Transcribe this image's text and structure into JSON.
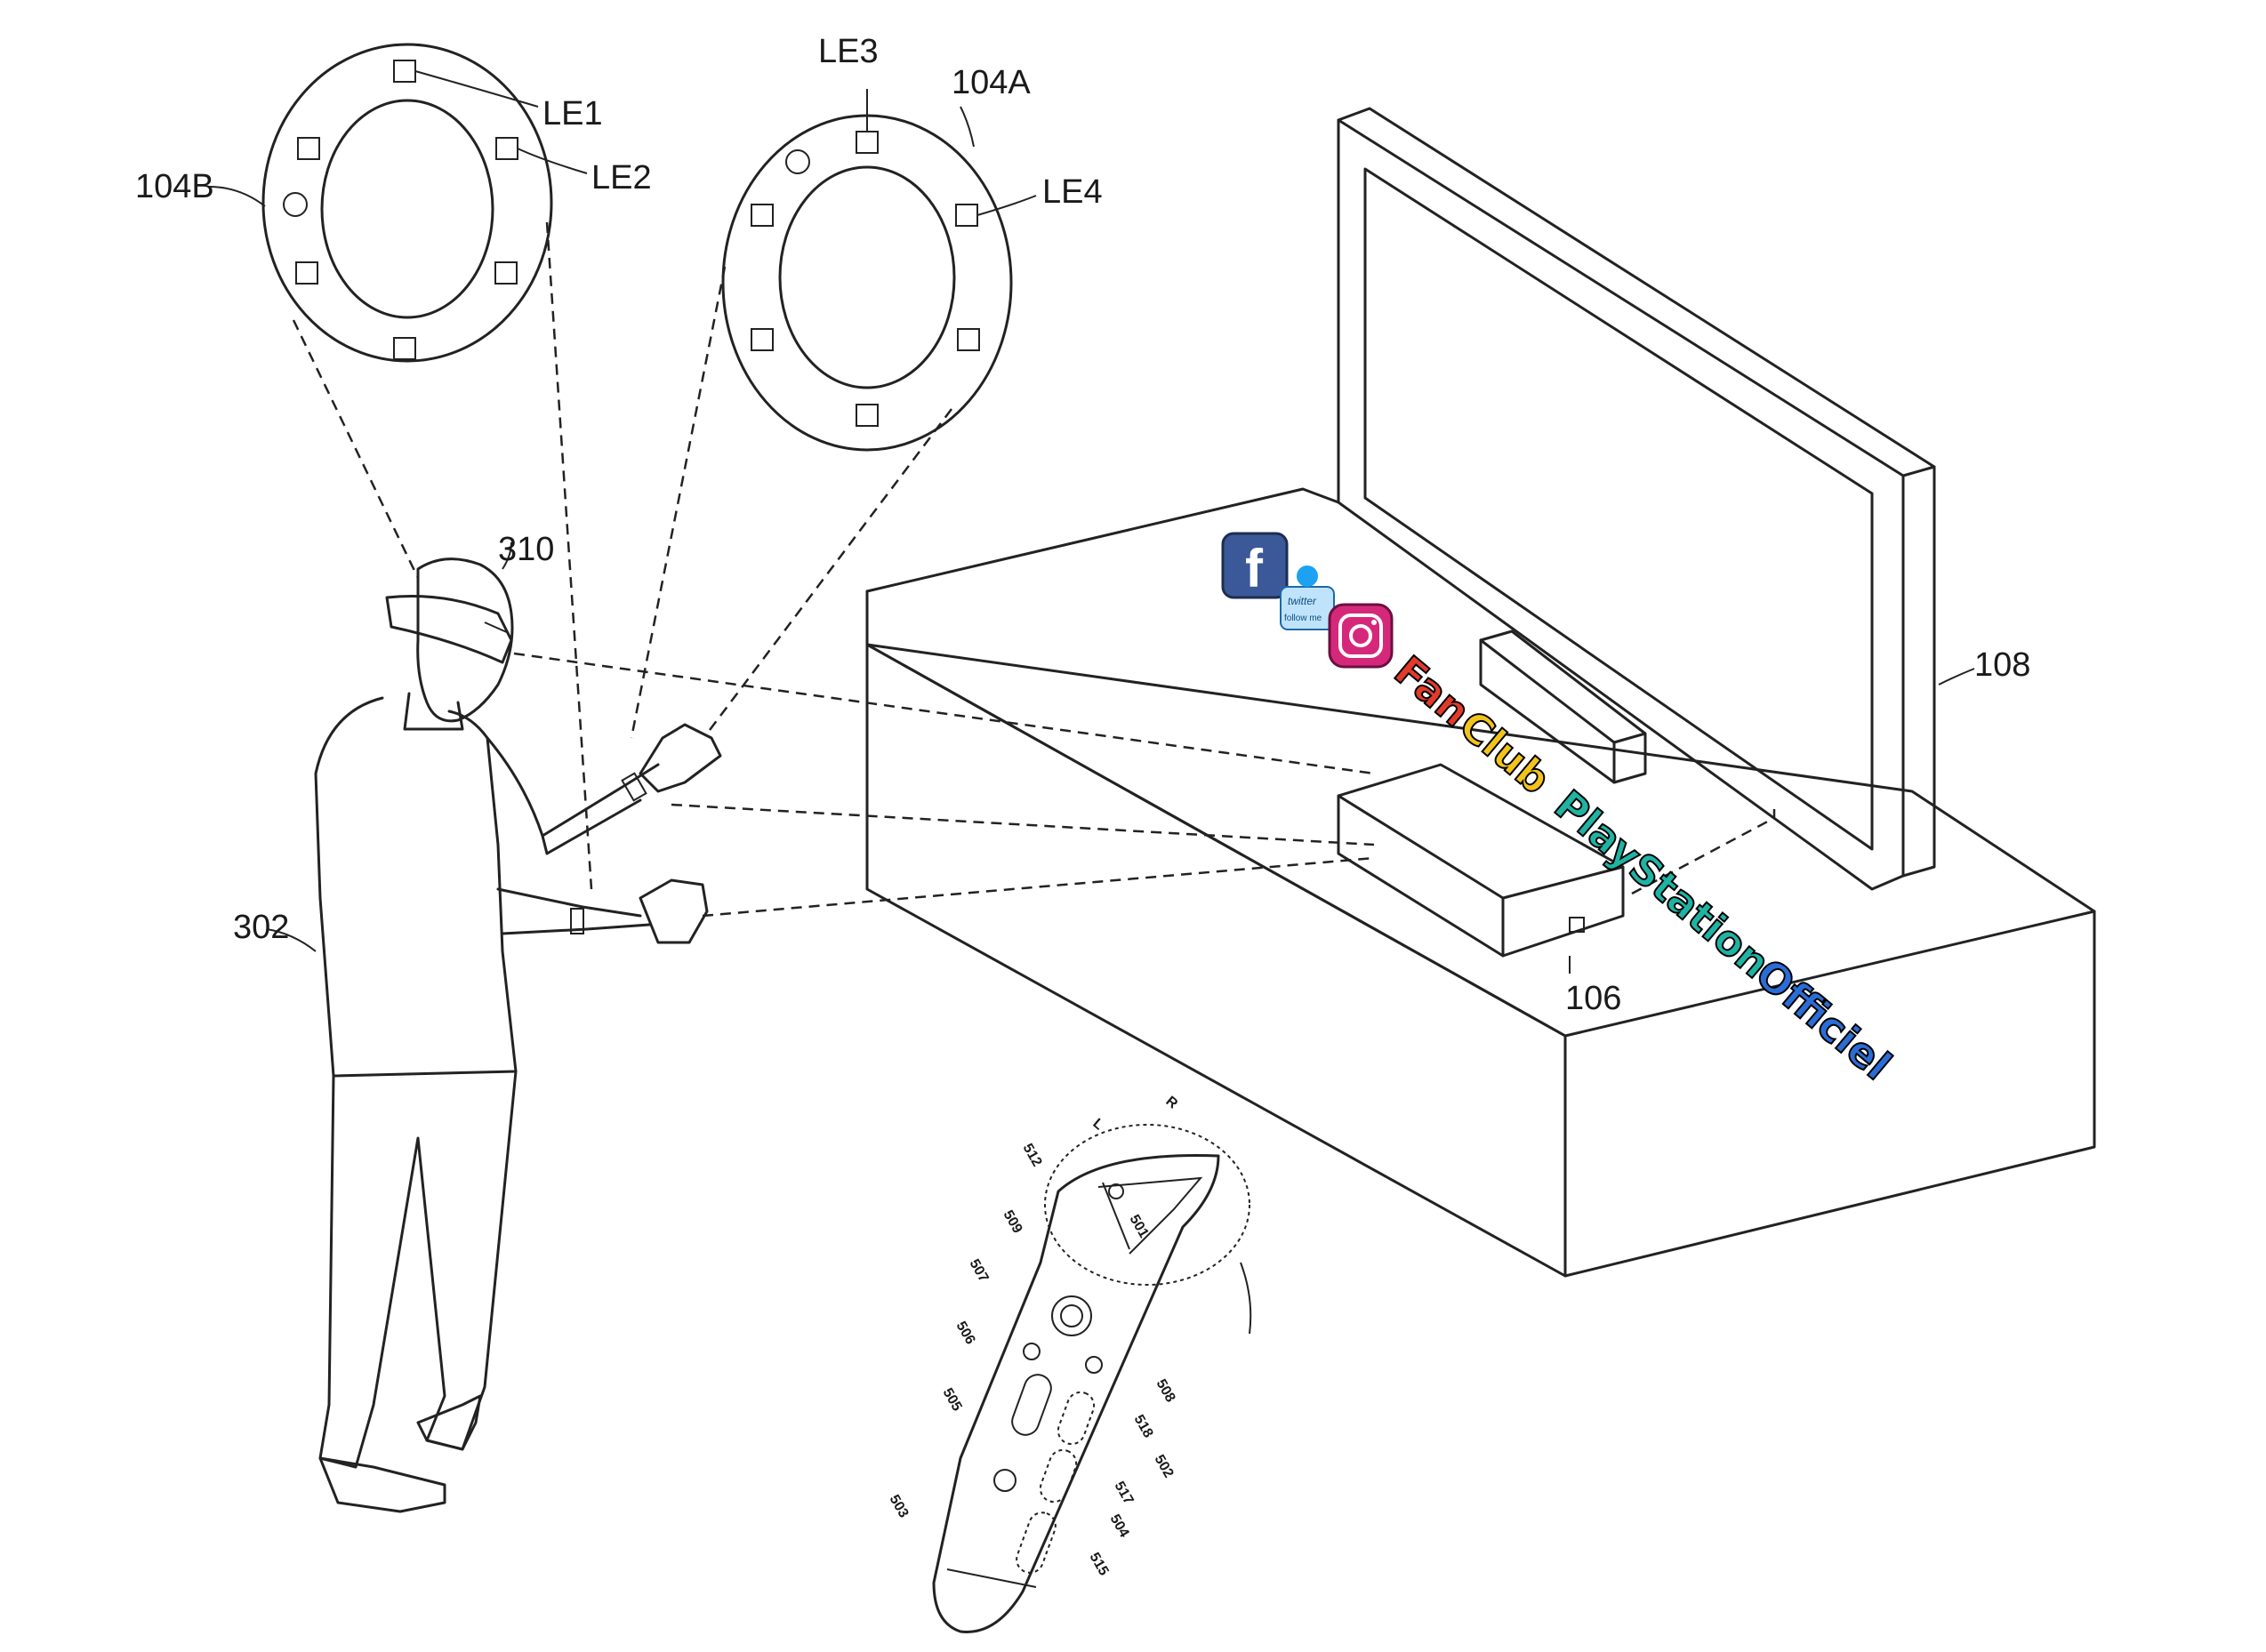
{
  "labels": {
    "le1": "LE1",
    "le2": "LE2",
    "le3": "LE3",
    "le4": "LE4",
    "b104a": "104A",
    "b104b": "104B",
    "p310": "310",
    "p302": "302",
    "p106": "106",
    "p108": "108"
  },
  "controller_labels": {
    "l": "L",
    "r": "R",
    "n512": "512",
    "n501": "501",
    "n509": "509",
    "n507": "507",
    "n506": "506",
    "n508": "508",
    "n518": "518",
    "n505": "505",
    "n502": "502",
    "n517": "517",
    "n504": "504",
    "n503": "503",
    "n515": "515"
  },
  "watermark": {
    "fan": "Fan",
    "club": "Club",
    "playstation": "PlayStation",
    "officiel": "Officiel",
    "twitter": "twitter",
    "follow": "follow me",
    "colors": {
      "fan": "#e23b2a",
      "club": "#f2c41b",
      "playstation": "#1fb3a4",
      "officiel": "#2a6dd6",
      "facebook": "#3b5998",
      "instagram": "#d6287a",
      "twitter": "#1da1f2"
    },
    "icons": [
      "facebook-icon",
      "twitter-bird-icon",
      "instagram-icon"
    ]
  }
}
